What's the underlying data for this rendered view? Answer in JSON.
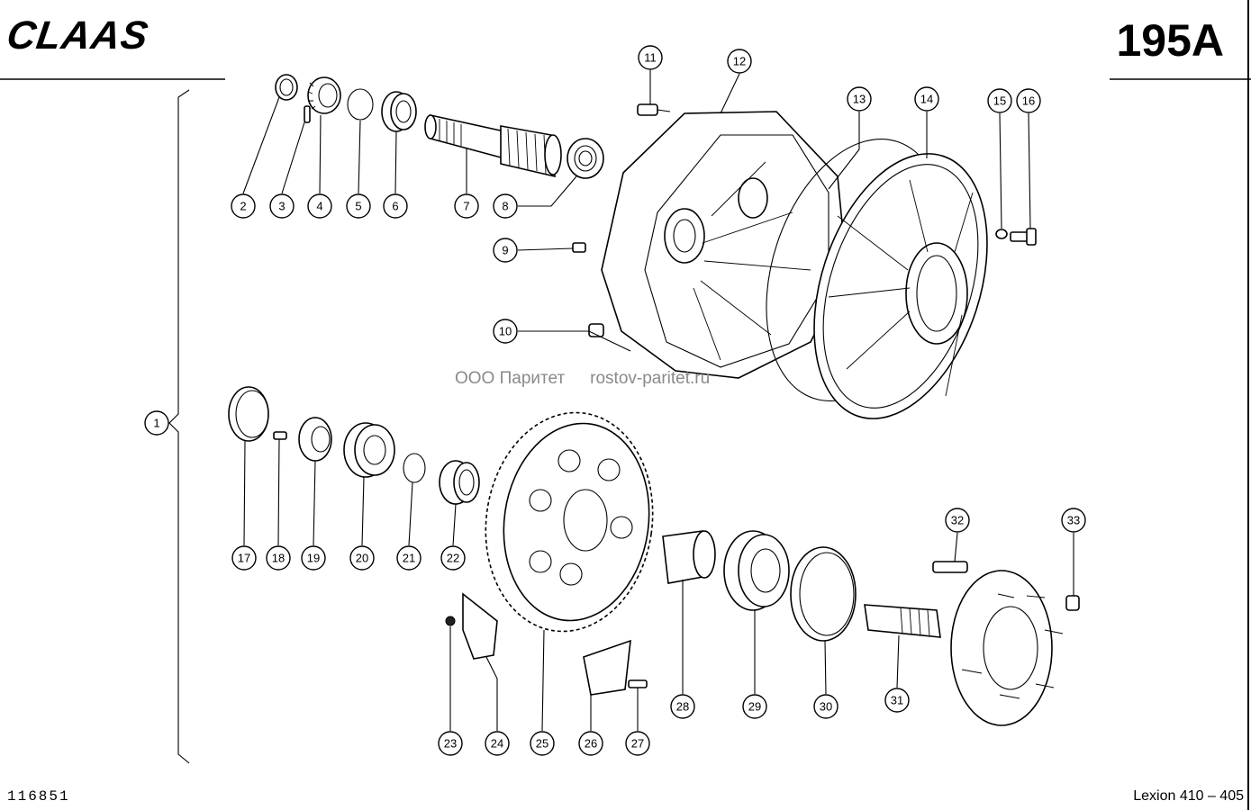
{
  "header": {
    "brand": "CLAAS",
    "page_code": "195A"
  },
  "footer": {
    "drawing_number": "116851",
    "model": "Lexion 410 – 405"
  },
  "watermark": {
    "company": "ООО Паритет",
    "site": "rostov-paritet.ru"
  },
  "callouts": [
    "1",
    "2",
    "3",
    "4",
    "5",
    "6",
    "7",
    "8",
    "9",
    "10",
    "11",
    "12",
    "13",
    "14",
    "15",
    "16",
    "17",
    "18",
    "19",
    "20",
    "21",
    "22",
    "23",
    "24",
    "25",
    "26",
    "27",
    "28",
    "29",
    "30",
    "31",
    "32",
    "33"
  ],
  "icons": {
    "gear": "gear-icon",
    "bearing": "bearing-icon",
    "housing": "housing-icon",
    "shaft": "shaft-icon",
    "hub": "hub-icon"
  }
}
